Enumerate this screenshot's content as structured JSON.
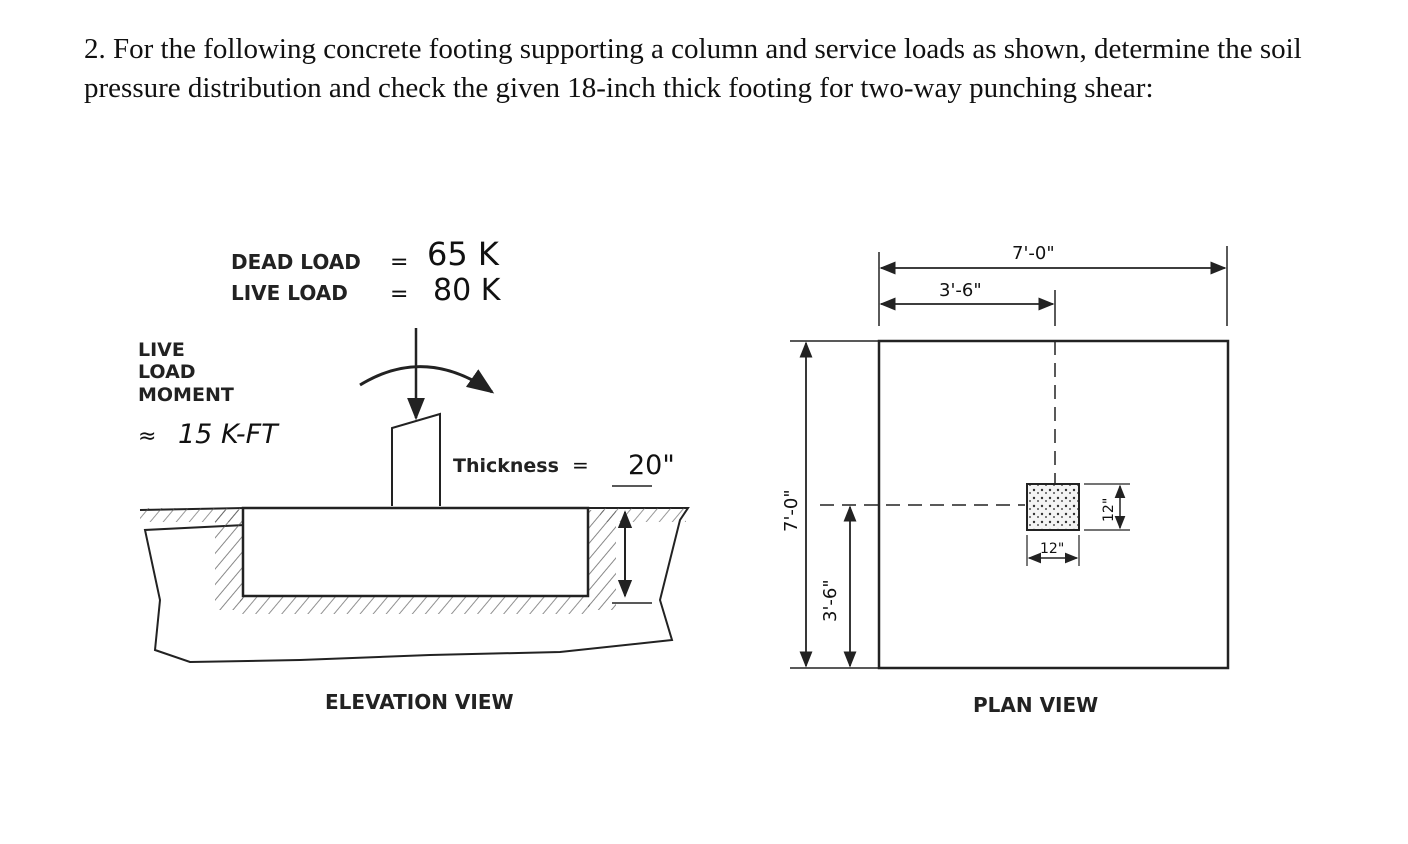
{
  "question": {
    "text": "2. For the following concrete footing supporting a column and service loads as shown, determine the soil pressure distribution and check the given 18-inch thick footing for two-way punching shear:"
  },
  "elevation": {
    "dead_load_label": "DEAD LOAD",
    "dead_load_value": "65 K",
    "live_load_label": "LIVE LOAD",
    "live_load_value": "80 K",
    "moment_line1": "LIVE",
    "moment_line2": "LOAD",
    "moment_line3": "MOMENT",
    "moment_value": "15 K-FT",
    "thickness_label": "Thickness",
    "thickness_value": "20\"",
    "caption": "ELEVATION VIEW"
  },
  "plan": {
    "width_dim": "7'-0\"",
    "half_width_dim": "3'-6\"",
    "height_dim": "7'-0\"",
    "half_height_dim": "3'-6\"",
    "column_width": "12\"",
    "column_height": "12\"",
    "caption": "PLAN VIEW"
  }
}
